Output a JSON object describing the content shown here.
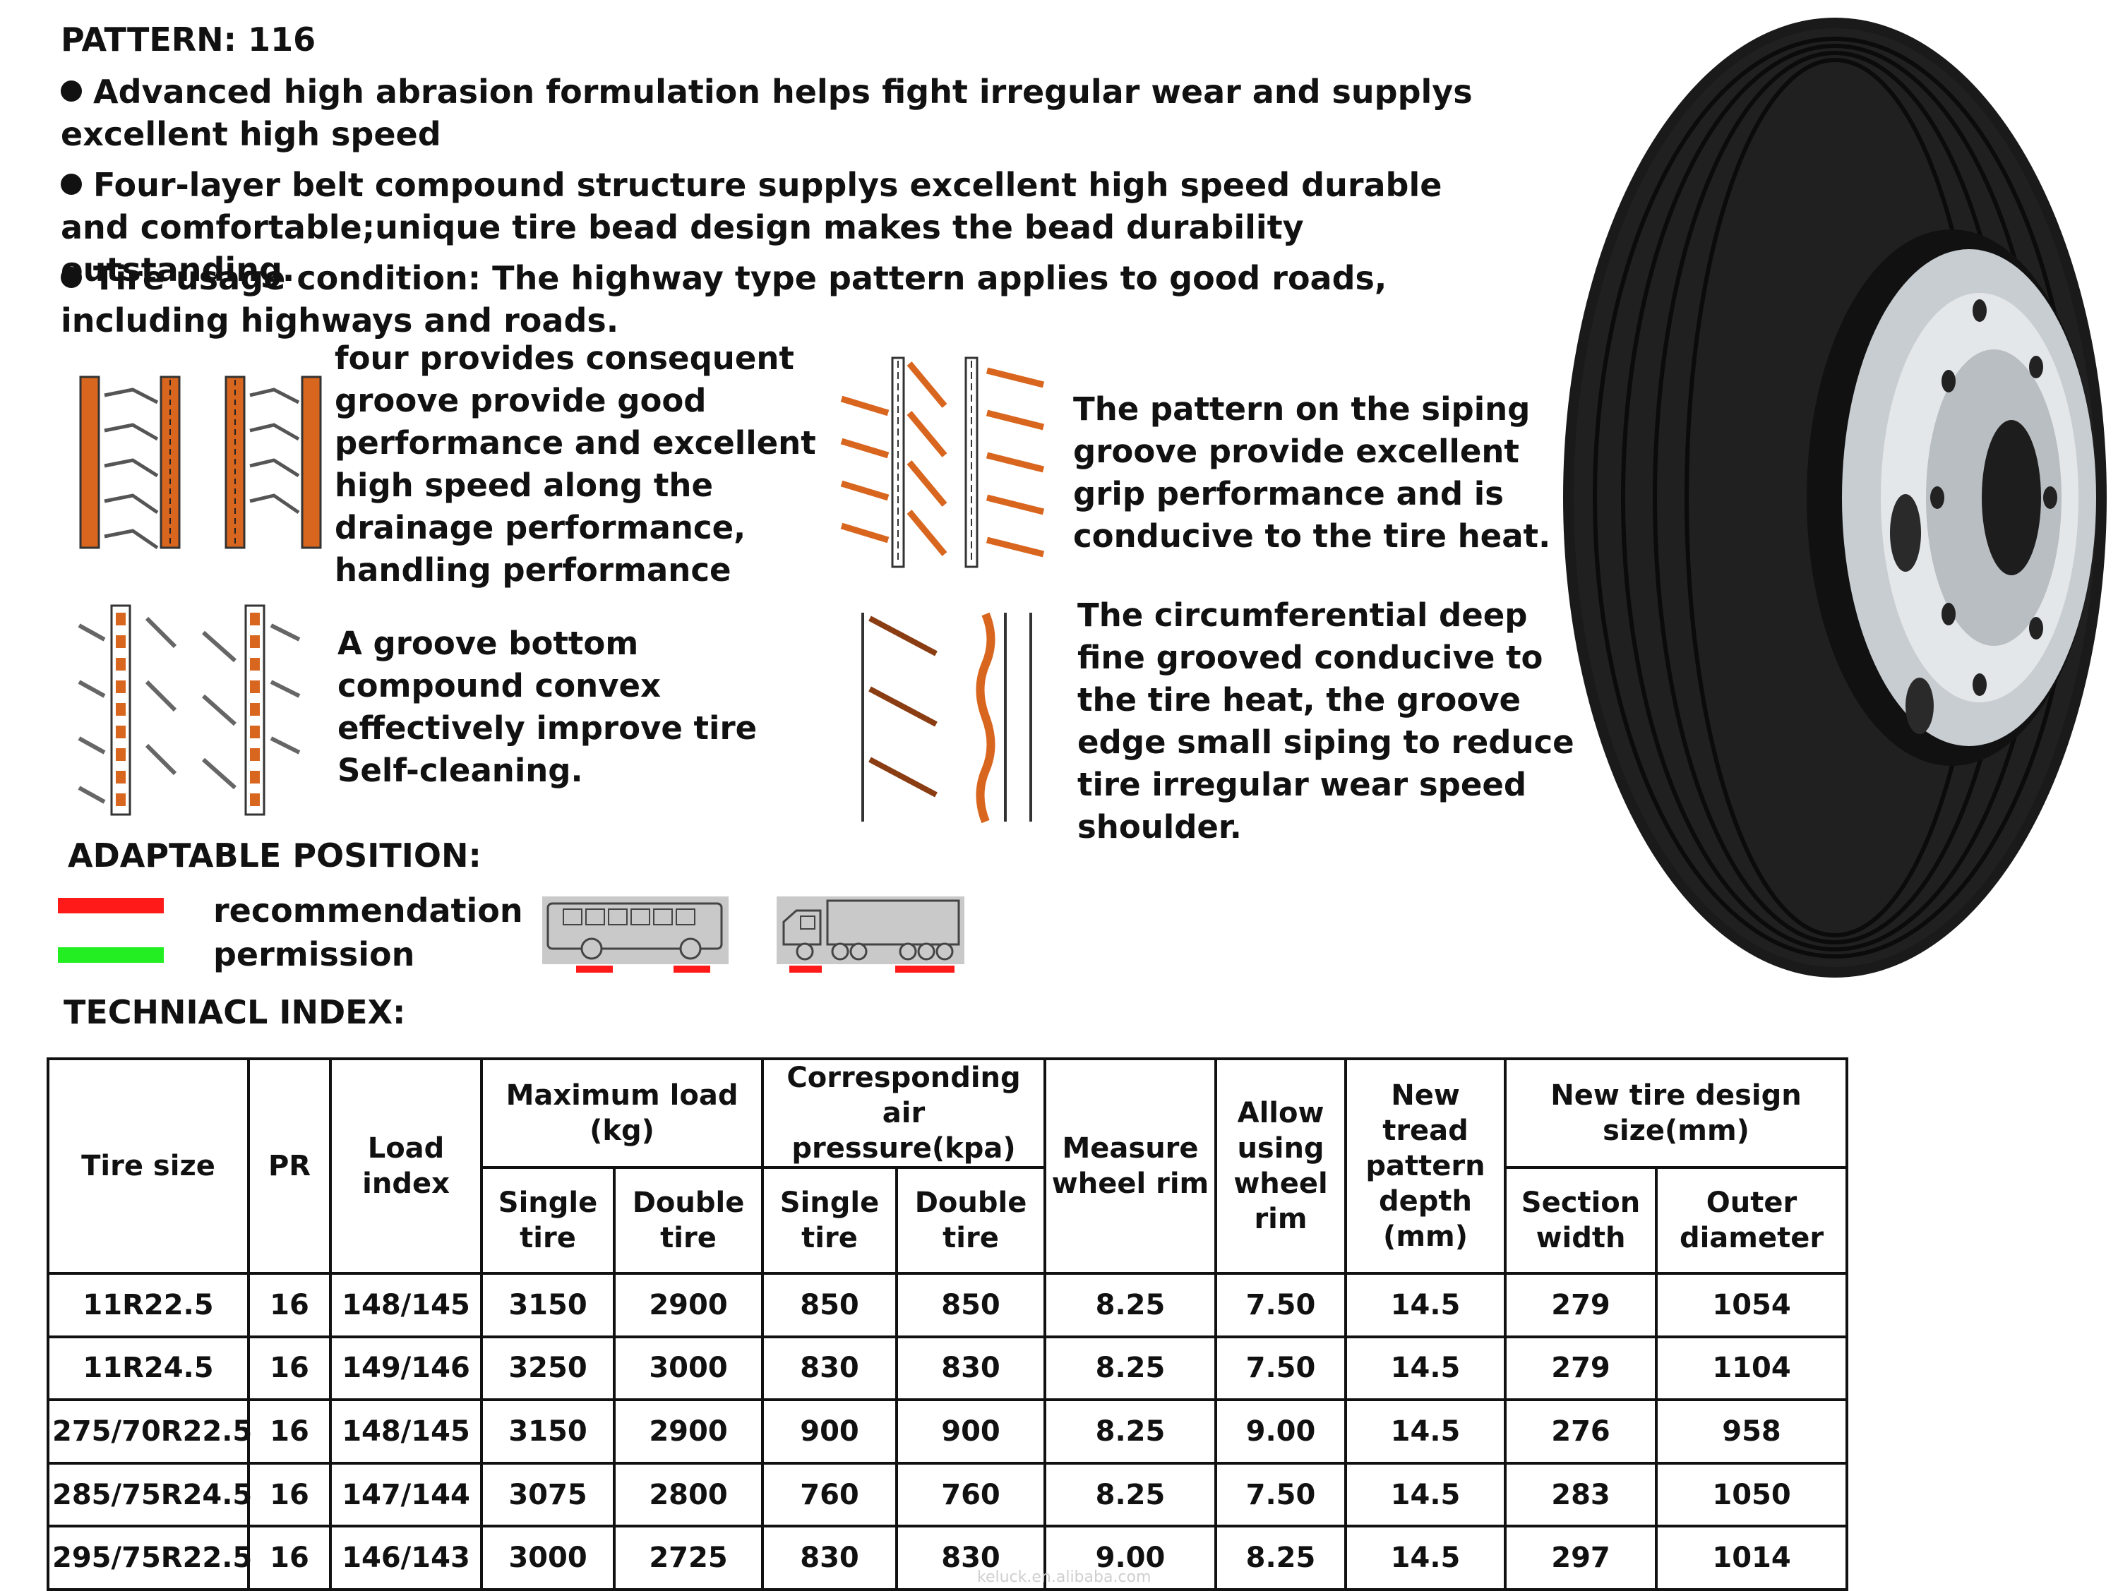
{
  "pattern_title": "PATTERN: 116",
  "features": [
    "Advanced high abrasion formulation helps fight irregular wear and supplys excellent high speed",
    "Four-layer belt compound structure supplys excellent high speed durable and comfortable;unique  tire bead design makes the bead durability outstanding.",
    "Tire usage condition: The highway type pattern applies to good roads, including highways and roads."
  ],
  "groove_descriptions": [
    [
      "four provides  consequent",
      "groove provide good",
      "performance and excellent",
      "high speed along the",
      "drainage performance,",
      "handling performance"
    ],
    [
      "The pattern on the siping",
      "groove provide excellent",
      "grip performance and is",
      "conducive to the tire heat."
    ],
    [
      "A groove bottom",
      "compound convex",
      "effectively improve tire",
      "Self-cleaning."
    ],
    [
      "The circumferential deep",
      "fine grooved conducive to",
      "the tire heat, the groove",
      "edge small siping to reduce",
      "tire irregular wear speed",
      "shoulder."
    ]
  ],
  "adaptable_position": {
    "title": "ADAPTABLE POSITION:",
    "recommendation_label": "recommendation",
    "permission_label": "permission",
    "recommendation_color": "#ff1a1a",
    "permission_color": "#22ee22"
  },
  "technical_title": "TECHNIACL INDEX:",
  "table": {
    "col_tire_size": "Tire size",
    "col_pr": "PR",
    "col_load_index": "Load index",
    "group_max_load": "Maximum load (kg)",
    "group_pressure": "Corresponding air pressure(kpa)",
    "col_single": "Single tire",
    "col_double": "Double tire",
    "col_measure_rim": "Measure wheel rim",
    "col_allow_rim": "Allow using wheel rim",
    "col_tread_depth": "New tread pattern depth (mm)",
    "group_design_size": "New tire design size(mm)",
    "col_section_width": "Section width",
    "col_outer_diameter": "Outer diameter",
    "rows": [
      [
        "11R22.5",
        "16",
        "148/145",
        "3150",
        "2900",
        "850",
        "850",
        "8.25",
        "7.50",
        "14.5",
        "279",
        "1054"
      ],
      [
        "11R24.5",
        "16",
        "149/146",
        "3250",
        "3000",
        "830",
        "830",
        "8.25",
        "7.50",
        "14.5",
        "279",
        "1104"
      ],
      [
        "275/70R22.5",
        "16",
        "148/145",
        "3150",
        "2900",
        "900",
        "900",
        "8.25",
        "9.00",
        "14.5",
        "276",
        "958"
      ],
      [
        "285/75R24.5",
        "16",
        "147/144",
        "3075",
        "2800",
        "760",
        "760",
        "8.25",
        "7.50",
        "14.5",
        "283",
        "1050"
      ],
      [
        "295/75R22.5",
        "16",
        "146/143",
        "3000",
        "2725",
        "830",
        "830",
        "9.00",
        "8.25",
        "14.5",
        "297",
        "1014"
      ]
    ]
  },
  "watermark": "keluck.en.alibaba.com"
}
